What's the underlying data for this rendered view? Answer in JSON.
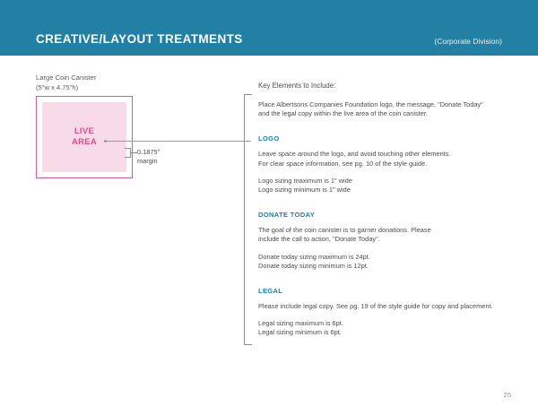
{
  "header": {
    "title": "CREATIVE/LAYOUT TREATMENTS",
    "division": "(Corporate Division)",
    "bar_color": "#2180a4"
  },
  "diagram": {
    "caption": "Large Coin Canister\n(5\"w x 4.75\"h)",
    "live_area_label": "LIVE\nAREA",
    "margin_label": "0.1875\"\nmargin",
    "live_area_color": "#f8dbe8",
    "border_color": "#d9559d",
    "label_color": "#e0498f"
  },
  "content": {
    "key_elements_heading": "Key Elements to Include:",
    "intro": "Place Albertsons Companies Foundation logo, the message, \"Donate Today\"\nand the legal copy within the live area of the coin canister.",
    "sections": [
      {
        "title": "LOGO",
        "body": "Leave space around the logo, and avoid touching other elements.\nFor clear space information, see pg. 10 of the style guide.",
        "sizing": "Logo sizing maximum is 1\" wide\nLogo sizing minimum is 1\" wide"
      },
      {
        "title": "DONATE TODAY",
        "body": "The goal of the coin canister is to garner donations. Please\ninclude the call to action, \"Donate Today\".",
        "sizing": "Donate today sizing maximum is 24pt.\nDonate today sizing minimum is 12pt."
      },
      {
        "title": "LEGAL",
        "body": "Please include legal copy. See pg. 19 of the style guide for copy and placement.",
        "sizing": "Legal sizing maximum is 6pt.\nLegal sizing minimum is 6pt."
      }
    ],
    "section_title_color": "#1b7fb4"
  },
  "footer": {
    "page_number": "25"
  }
}
